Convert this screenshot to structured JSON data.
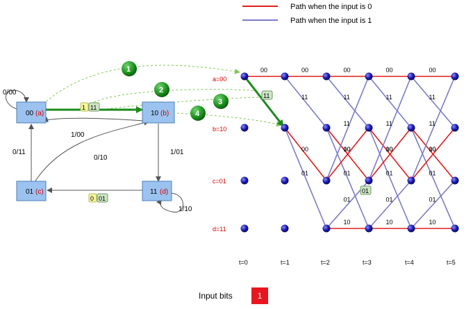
{
  "legend": {
    "path_input_0": "Path when the input is 0",
    "path_input_1": "Path when the input is 1",
    "color_0": "#e11b1b",
    "color_1": "#7b7bc8"
  },
  "state_diagram": {
    "states": [
      {
        "id": "a",
        "code": "00",
        "sub": "(a)"
      },
      {
        "id": "b",
        "code": "10",
        "sub": "(b)"
      },
      {
        "id": "c",
        "code": "01",
        "sub": "(c)"
      },
      {
        "id": "d",
        "code": "11",
        "sub": "(d)"
      }
    ],
    "edge_labels": {
      "a_self": "0/00",
      "a_to_b": "1/11",
      "b_to_a": "1/00",
      "b_to_c": "0/10",
      "c_to_a": "0/11",
      "b_to_d": "1/01",
      "d_to_c": "0/01",
      "d_self": "1/10"
    },
    "chips": {
      "ab_input": "1",
      "ab_output": "11",
      "dc_input": "0",
      "dc_output": "01"
    }
  },
  "step_badges": [
    "1",
    "2",
    "3",
    "4"
  ],
  "trellis": {
    "row_labels": [
      "a=00",
      "b=10",
      "c=01",
      "d=11"
    ],
    "time_labels": [
      "t=0",
      "t=1",
      "t=2",
      "t=3",
      "t=4",
      "t=5"
    ],
    "branch_labels": {
      "aa": "00",
      "ab": "11",
      "ba": "11",
      "bc": "00",
      "cb": "10",
      "cd": "01",
      "dc": "01",
      "dd": "10"
    },
    "chip_first": "11",
    "chip_second": "01"
  },
  "input_bits": {
    "label": "Input bits",
    "value": "1"
  }
}
